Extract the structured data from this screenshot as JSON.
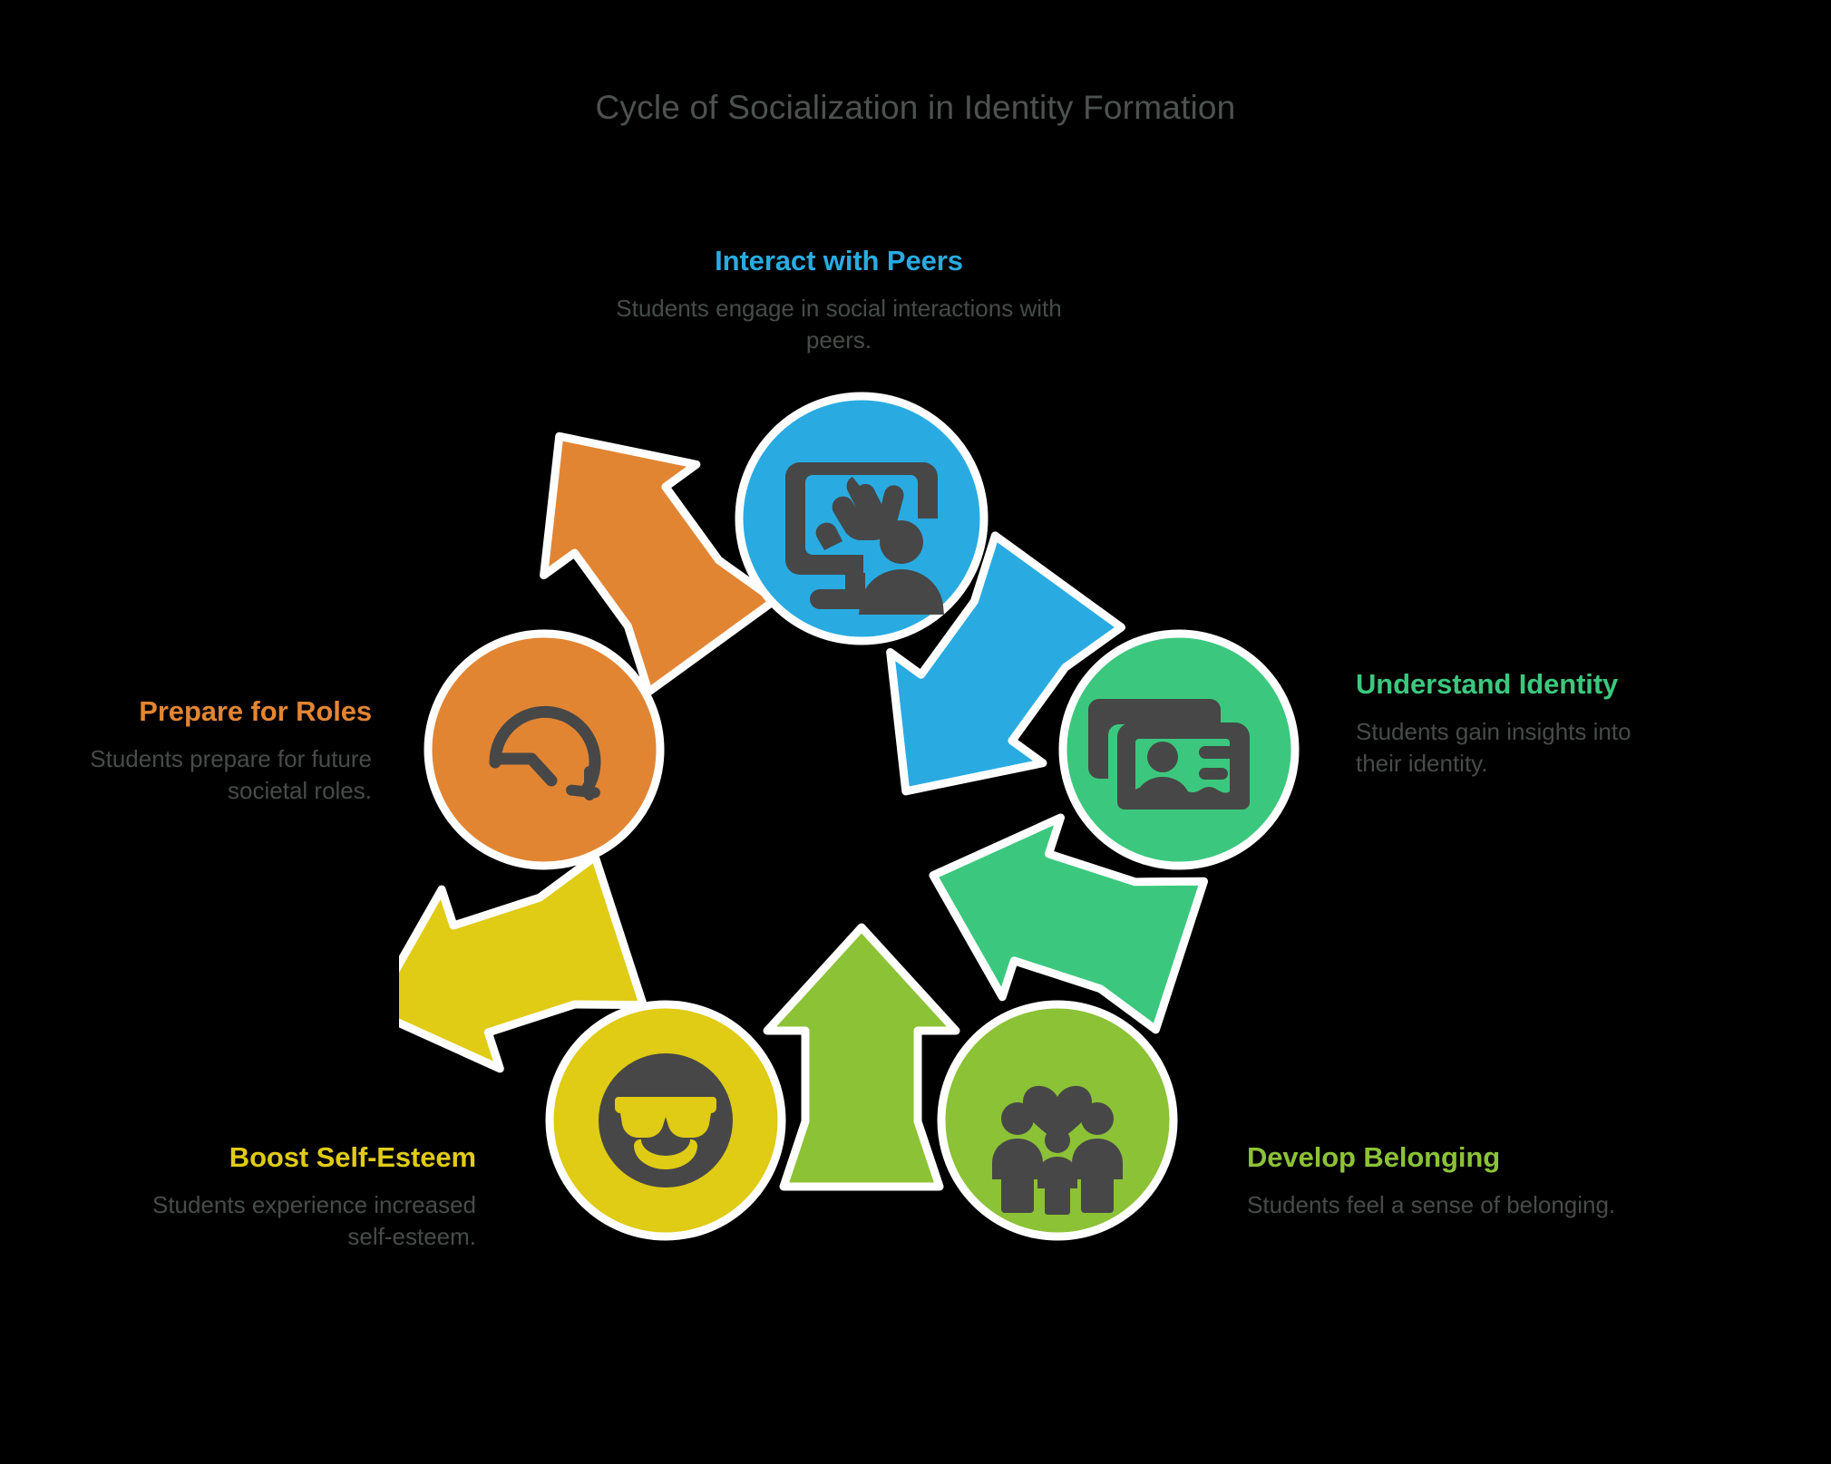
{
  "title": "Cycle of Socialization in Identity Formation",
  "colors": {
    "background": "#000000",
    "title_text": "#4d5250",
    "description_text": "#474c49",
    "icon_glyph": "#474747",
    "outline": "#ffffff",
    "interact": "#29abe2",
    "understand": "#3bc87e",
    "belonging": "#8cc236",
    "esteem": "#e0cb15",
    "roles": "#e28533"
  },
  "nodes": [
    {
      "id": "interact",
      "title": "Interact with Peers",
      "description": "Students engage in social interactions with peers.",
      "color": "#29abe2",
      "icon": "presentation-person-icon",
      "position": "top"
    },
    {
      "id": "understand",
      "title": "Understand Identity",
      "title_line1": "Understand",
      "title_line2": "Identity",
      "description": "Students gain insights into their identity.",
      "color": "#3bc87e",
      "icon": "id-card-icon",
      "position": "right"
    },
    {
      "id": "belonging",
      "title": "Develop Belonging",
      "description": "Students feel a sense of belonging.",
      "color": "#8cc236",
      "icon": "family-heart-icon",
      "position": "bottom-right"
    },
    {
      "id": "esteem",
      "title": "Boost Self-Esteem",
      "description": "Students experience increased self-esteem.",
      "color": "#e0cb15",
      "icon": "sunglasses-smiley-icon",
      "position": "bottom-left"
    },
    {
      "id": "roles",
      "title": "Prepare for Roles",
      "description": "Students prepare for future societal roles.",
      "color": "#e28533",
      "icon": "rotate-clock-icon",
      "position": "left"
    }
  ],
  "arrows": [
    {
      "from": "roles",
      "to": "interact",
      "color": "#e28533",
      "name": "arrow-roles-to-interact"
    },
    {
      "from": "interact",
      "to": "understand",
      "color": "#29abe2",
      "name": "arrow-interact-to-understand"
    },
    {
      "from": "understand",
      "to": "belonging",
      "color": "#3bc87e",
      "name": "arrow-understand-to-belonging"
    },
    {
      "from": "belonging",
      "to": "esteem",
      "color": "#8cc236",
      "name": "arrow-belonging-to-esteem"
    },
    {
      "from": "esteem",
      "to": "roles",
      "color": "#e0cb15",
      "name": "arrow-esteem-to-roles"
    }
  ]
}
